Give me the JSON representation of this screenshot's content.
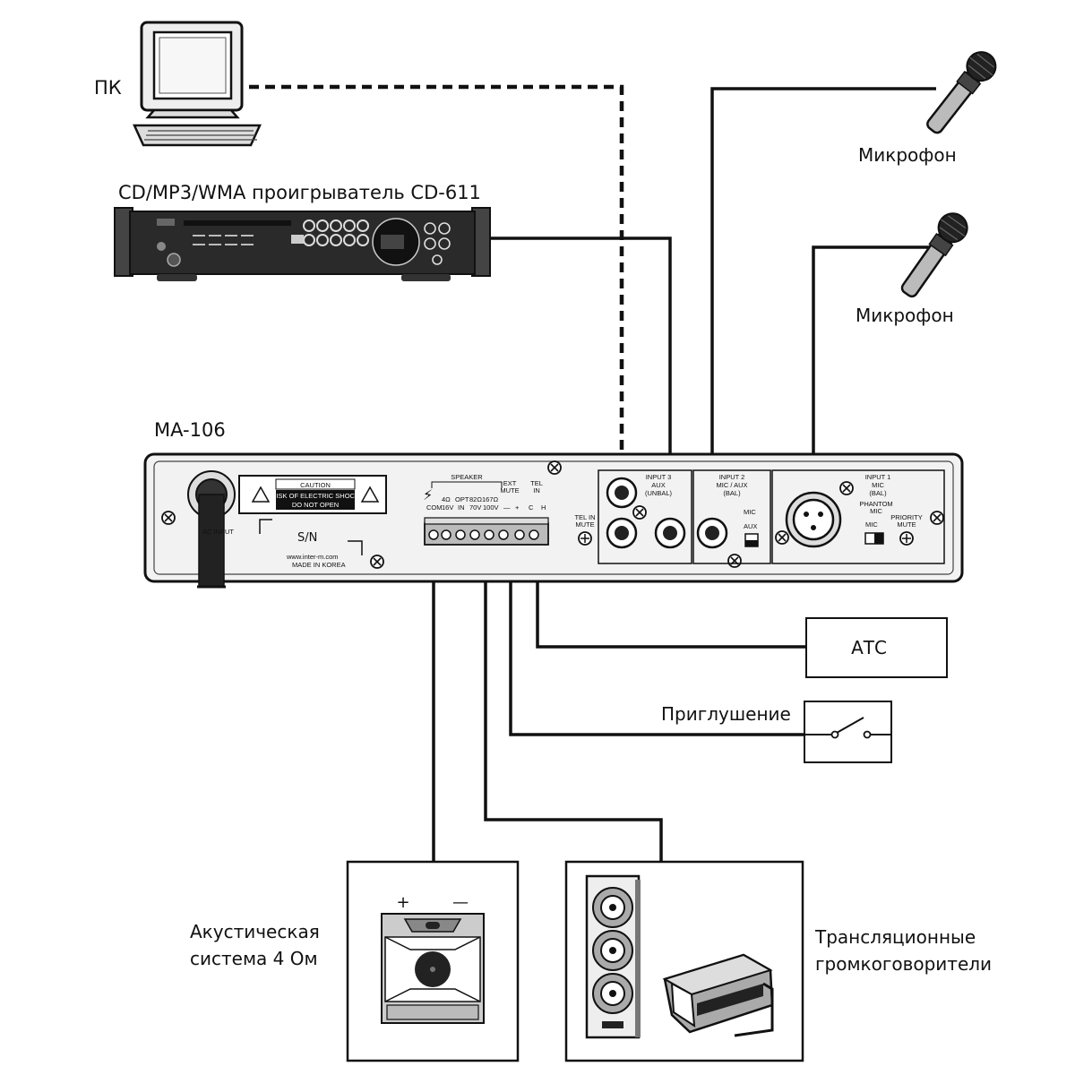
{
  "labels": {
    "pc": "ПК",
    "cd_player": "CD/MP3/WMA проигрыватель CD-611",
    "mic_1": "Микрофон",
    "mic_2": "Микрофон",
    "amp_model": "MA-106",
    "pbx": "АТС",
    "mute": "Приглушение",
    "speaker_line1": "Акустическая",
    "speaker_line2": "система 4 Ом",
    "pa_line1": "Трансляционные",
    "pa_line2": "громкоговорители"
  },
  "panel": {
    "caution_title": "CAUTION",
    "caution_line1": "RISK OF ELECTRIC SHOCK",
    "caution_line2": "DO NOT OPEN",
    "ac_input": "AC INPUT",
    "sn": "S/N",
    "website": "www.inter-m.com",
    "made_in": "MADE IN KOREA",
    "speaker_hdr": "SPEAKER",
    "ohm4": "4Ω",
    "opt": "OPT",
    "ohm82": "82Ω",
    "ohm167": "167Ω",
    "com": "COM",
    "v16": "16V",
    "in": "IN",
    "v70": "70V",
    "v100": "100V",
    "ext_mute": "EXT",
    "ext_mute2": "MUTE",
    "minus": "—",
    "plus": "+",
    "tel_in": "TEL",
    "tel_in2": "IN",
    "tel_c": "C",
    "tel_h": "H",
    "tel_in_mute": "TEL IN",
    "tel_in_mute2": "MUTE",
    "input3": "INPUT 3",
    "input3_sub": "AUX",
    "input3_sub2": "(UNBAL)",
    "input2": "INPUT 2",
    "input2_sub": "MIC / AUX",
    "input2_sub2": "(BAL)",
    "mic_sw": "MIC",
    "aux_sw": "AUX",
    "input1": "INPUT 1",
    "input1_sub": "MIC",
    "input1_sub2": "(BAL)",
    "phantom": "PHANTOM",
    "phantom2": "MIC",
    "mic_sw2": "MIC",
    "priority": "PRIORITY",
    "priority2": "MUTE"
  },
  "speaker_box": {
    "plus": "+",
    "minus": "—"
  }
}
